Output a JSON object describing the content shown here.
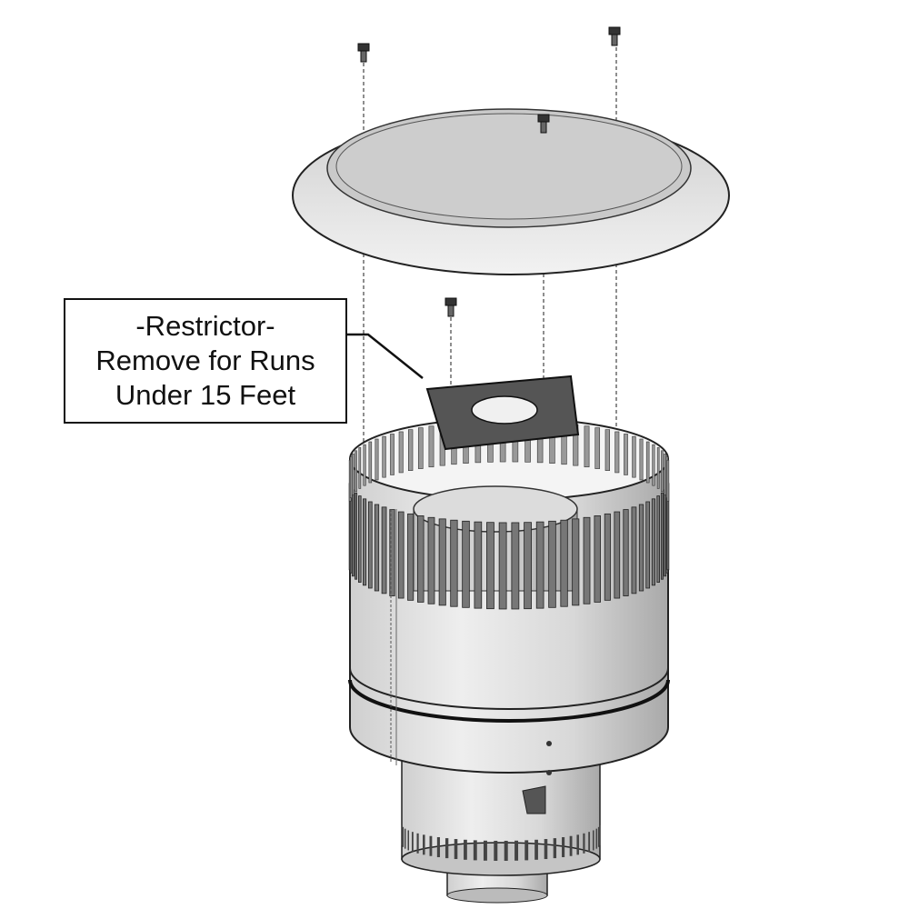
{
  "callout": {
    "line1": "-Restrictor-",
    "line2": "Remove for Runs",
    "line3": "Under 15 Feet"
  },
  "colors": {
    "outline": "#222222",
    "metal_light": "#e6e6e6",
    "metal_mid": "#c8c8c8",
    "metal_dark": "#8a8a8a",
    "plate": "#555555"
  }
}
